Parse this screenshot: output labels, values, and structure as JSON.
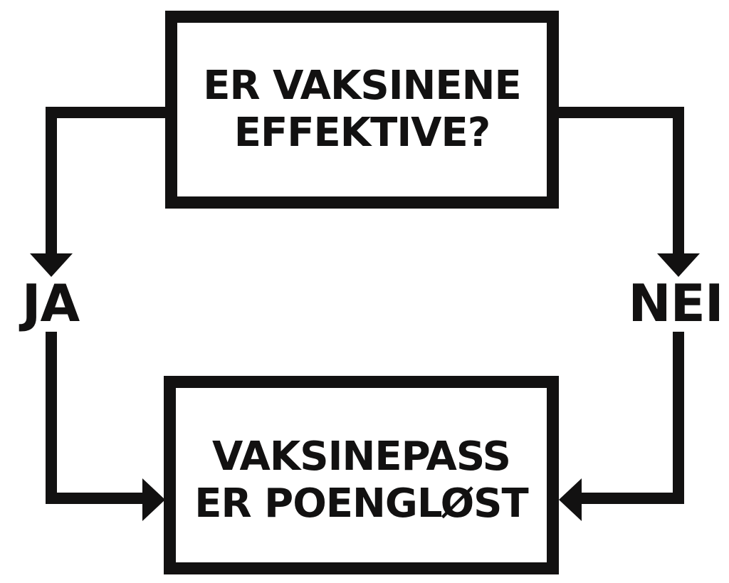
{
  "diagram": {
    "type": "flowchart",
    "colors": {
      "ink": "#121111",
      "background": "#ffffff"
    },
    "nodes": {
      "question": {
        "text": "ER VAKSINENE\nEFFEKTIVE?"
      },
      "conclusion": {
        "text": "VAKSINEPASS\nER POENGLØST"
      }
    },
    "edges": {
      "yes": {
        "label": "JA",
        "from": "question",
        "to": "conclusion"
      },
      "no": {
        "label": "NEI",
        "from": "question",
        "to": "conclusion"
      }
    }
  }
}
